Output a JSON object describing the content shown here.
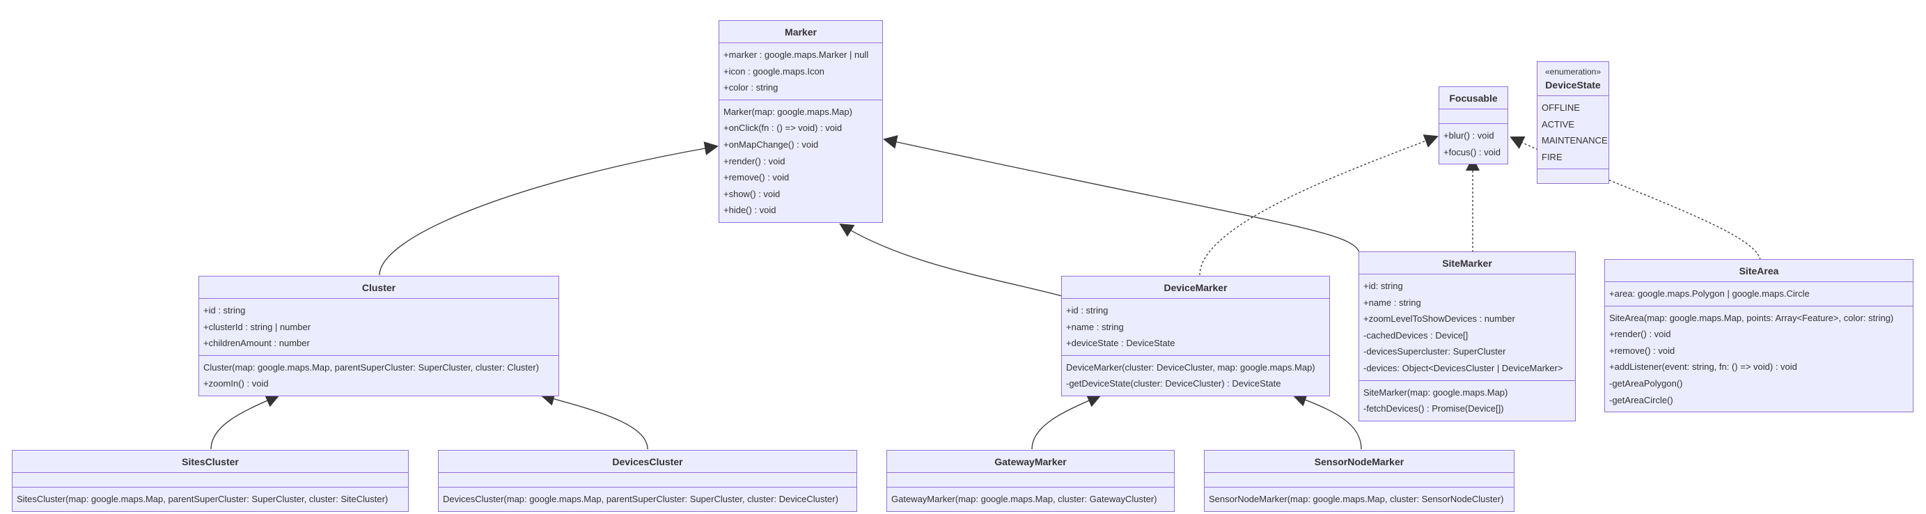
{
  "classes": {
    "marker": {
      "name": "Marker",
      "attributes": [
        "+marker : google.maps.Marker | null",
        "+icon : google.maps.Icon",
        "+color : string"
      ],
      "methods": [
        "Marker(map: google.maps.Map)",
        "+onClick(fn : () => void) : void",
        "+onMapChange() : void",
        "+render() : void",
        "+remove() : void",
        "+show() : void",
        "+hide() : void"
      ]
    },
    "focusable": {
      "name": "Focusable",
      "attributes": [],
      "methods": [
        "+blur() : void",
        "+focus() : void"
      ]
    },
    "device_state": {
      "stereotype": "«enumeration»",
      "name": "DeviceState",
      "attributes": [
        "OFFLINE",
        "ACTIVE",
        "MAINTENANCE",
        "FIRE"
      ],
      "methods": []
    },
    "cluster": {
      "name": "Cluster",
      "attributes": [
        "+id : string",
        "+clusterId : string | number",
        "+childrenAmount : number"
      ],
      "methods": [
        "Cluster(map: google.maps.Map, parentSuperCluster: SuperCluster, cluster: Cluster)",
        "+zoomIn() : void"
      ]
    },
    "device_marker": {
      "name": "DeviceMarker",
      "attributes": [
        "+id : string",
        "+name : string",
        "+deviceState : DeviceState"
      ],
      "methods": [
        "DeviceMarker(cluster: DeviceCluster, map: google.maps.Map)",
        "-getDeviceState(cluster: DeviceCluster) : DeviceState"
      ]
    },
    "site_marker": {
      "name": "SiteMarker",
      "attributes": [
        "+id: string",
        "+name : string",
        "+zoomLevelToShowDevices : number",
        "-cachedDevices : Device[]",
        "-devicesSupercluster: SuperCluster",
        "-devices: Object<DevicesCluster | DeviceMarker>"
      ],
      "methods": [
        "SiteMarker(map: google.maps.Map)",
        "-fetchDevices() : Promise(Device[])"
      ]
    },
    "site_area": {
      "name": "SiteArea",
      "attributes": [
        "+area: google.maps.Polygon | google.maps.Circle"
      ],
      "methods": [
        "SiteArea(map: google.maps.Map, points: Array<Feature>, color: string)",
        "+render() : void",
        "+remove() : void",
        "+addListener(event: string, fn: () => void) : void",
        "-getAreaPolygon()",
        "-getAreaCircle()"
      ]
    },
    "sites_cluster": {
      "name": "SitesCluster",
      "attributes": [],
      "methods": [
        "SitesCluster(map: google.maps.Map, parentSuperCluster: SuperCluster, cluster: SiteCluster)"
      ]
    },
    "devices_cluster": {
      "name": "DevicesCluster",
      "attributes": [],
      "methods": [
        "DevicesCluster(map: google.maps.Map, parentSuperCluster: SuperCluster, cluster: DeviceCluster)"
      ]
    },
    "gateway_marker": {
      "name": "GatewayMarker",
      "attributes": [],
      "methods": [
        "GatewayMarker(map: google.maps.Map, cluster: GatewayCluster)"
      ]
    },
    "sensor_node_marker": {
      "name": "SensorNodeMarker",
      "attributes": [],
      "methods": [
        "SensorNodeMarker(map: google.maps.Map, cluster: SensorNodeCluster)"
      ]
    }
  },
  "relations": [
    {
      "from": "Cluster",
      "to": "Marker",
      "kind": "inheritance"
    },
    {
      "from": "DeviceMarker",
      "to": "Marker",
      "kind": "inheritance"
    },
    {
      "from": "SiteMarker",
      "to": "Marker",
      "kind": "inheritance"
    },
    {
      "from": "DeviceMarker",
      "to": "Focusable",
      "kind": "realization"
    },
    {
      "from": "SiteMarker",
      "to": "Focusable",
      "kind": "realization"
    },
    {
      "from": "SiteArea",
      "to": "Focusable",
      "kind": "realization"
    },
    {
      "from": "SitesCluster",
      "to": "Cluster",
      "kind": "inheritance"
    },
    {
      "from": "DevicesCluster",
      "to": "Cluster",
      "kind": "inheritance"
    },
    {
      "from": "GatewayMarker",
      "to": "DeviceMarker",
      "kind": "inheritance"
    },
    {
      "from": "SensorNodeMarker",
      "to": "DeviceMarker",
      "kind": "inheritance"
    }
  ],
  "colors": {
    "box_fill": "#ECECFF",
    "box_border": "#9370DB",
    "text": "#333333",
    "line": "#333333"
  }
}
